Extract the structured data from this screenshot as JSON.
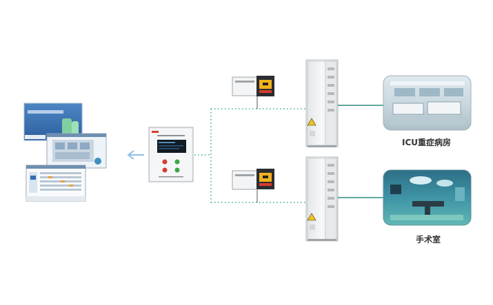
{
  "labels": {
    "icu": "ICU重症病房",
    "operating_room": "手术室"
  },
  "colors": {
    "link_dotted": "#3aa89a",
    "link_solid": "#2e8b7e",
    "arrow": "#8cc1e6",
    "cabinet": "#eceeef",
    "cabinet_edge": "#b9bec2",
    "panel_red_button": "#d93b2b",
    "panel_green_button": "#3aa64a",
    "ats_yellow": "#f2b21b"
  },
  "icons": {
    "monitoring_screens": "software-screenshots-icon",
    "monitor_panel": "insulation-monitor-panel-icon",
    "ats_switch": "transfer-switch-icon",
    "distribution_cabinet": "distribution-cabinet-icon",
    "icu_photo": "icu-ward-photo",
    "or_photo": "operating-room-photo"
  }
}
